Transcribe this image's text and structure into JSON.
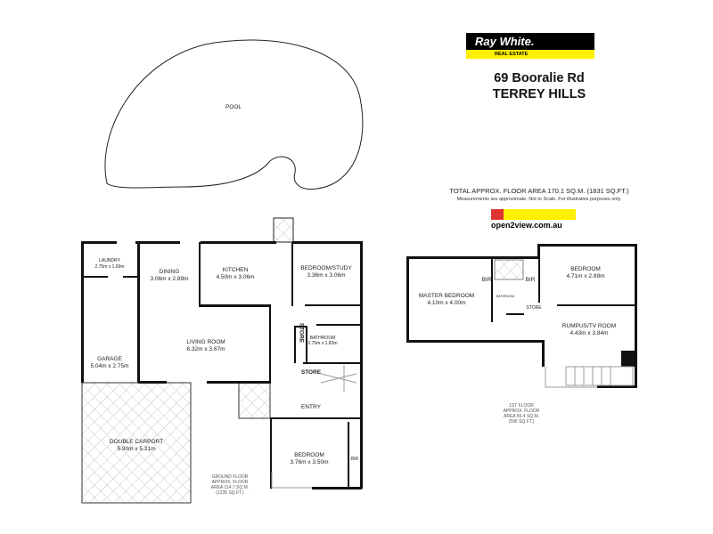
{
  "brand": {
    "name": "Ray White.",
    "sub": "REAL ESTATE"
  },
  "address": {
    "line1": "69 Booralie Rd",
    "line2": "TERREY HILLS"
  },
  "summary": {
    "total": "TOTAL APPROX. FLOOR AREA 170.1 SQ.M. (1831 SQ.FT.)",
    "disclaimer": "Measurements are approximate. Not to Scale. For illustrative purposes only.",
    "site": "open2view.com.au"
  },
  "pool": {
    "label": "POOL"
  },
  "ground": {
    "laundry": {
      "name": "LAUNDRY",
      "size": "2.75m x 1.69m"
    },
    "garage": {
      "name": "GARAGE",
      "size": "5.04m x 2.75m"
    },
    "dining": {
      "name": "DINING",
      "size": "3.06m x 2.89m"
    },
    "kitchen": {
      "name": "KITCHEN",
      "size": "4.50m x 3.06m"
    },
    "study": {
      "name": "BEDROOM/STUDY",
      "size": "3.36m x 3.06m"
    },
    "living": {
      "name": "LIVING ROOM",
      "size": "6.32m x 3.67m"
    },
    "bathroom": {
      "name": "BATHROOM",
      "size": "2.75m x 1.83m"
    },
    "store_v": "STORE",
    "store": "STORE",
    "entry": "ENTRY",
    "carport": {
      "name": "DOUBLE CARPORT",
      "size": "5.90m x 5.21m"
    },
    "bedroom": {
      "name": "BEDROOM",
      "size": "3.76m x 3.50m"
    },
    "bir": "BIR",
    "area": [
      "GROUND FLOOR",
      "APPROX. FLOOR",
      "AREA 114.7 SQ.M.",
      "(1235 SQ.FT.)"
    ]
  },
  "first": {
    "master": {
      "name": "MASTER BEDROOM",
      "size": "4.10m x 4.00m"
    },
    "bir1": "BIR",
    "bir2": "BIR",
    "bathroom": {
      "name": "BATHROOM"
    },
    "store": "STORE",
    "bedroom": {
      "name": "BEDROOM",
      "size": "4.71m x 2.89m"
    },
    "rumpus": {
      "name": "RUMPUS/TV ROOM",
      "size": "4.43m x 3.84m"
    },
    "area": [
      "1ST FLOOR",
      "APPROX. FLOOR",
      "AREA 55.4 SQ.M.",
      "(596 SQ.FT.)"
    ]
  }
}
